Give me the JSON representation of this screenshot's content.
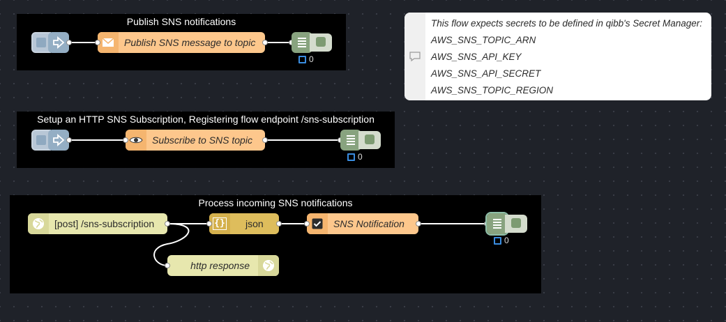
{
  "groups": [
    {
      "title": "Publish SNS notifications"
    },
    {
      "title": "Setup an HTTP SNS Subscription, Registering flow endpoint /sns-subscription"
    },
    {
      "title": "Process incoming SNS notifications"
    }
  ],
  "nodes": {
    "publish": {
      "label": "Publish SNS message to topic",
      "icon": "envelope-icon",
      "color": "#fdc78c"
    },
    "subscribe": {
      "label": "Subscribe to SNS topic",
      "icon": "eye-icon",
      "color": "#fdc78c"
    },
    "http_in": {
      "label": "[post] /sns-subscription",
      "icon": "globe-icon",
      "color": "#e7e7ae"
    },
    "json": {
      "label": "json",
      "icon": "braces-icon",
      "color": "#debd5c"
    },
    "sns_notification": {
      "label": "SNS Notification",
      "icon": "checkbox-icon",
      "color": "#fdc78c"
    },
    "http_response": {
      "label": "http response",
      "icon": "globe-icon",
      "color": "#e7e7ae"
    }
  },
  "debug_status": [
    "0",
    "0",
    "0"
  ],
  "comment": {
    "lines": [
      "This flow expects secrets to be defined in qibb's Secret Manager:",
      "AWS_SNS_TOPIC_ARN",
      "AWS_SNS_API_KEY",
      "AWS_SNS_API_SECRET",
      "AWS_SNS_TOPIC_REGION"
    ]
  },
  "colors": {
    "canvas": "#1f2229",
    "group": "#000000",
    "wire": "#ffffff",
    "inject": "#94aec4",
    "debug": "#88a37f",
    "status_dot": "#3a8de0"
  }
}
